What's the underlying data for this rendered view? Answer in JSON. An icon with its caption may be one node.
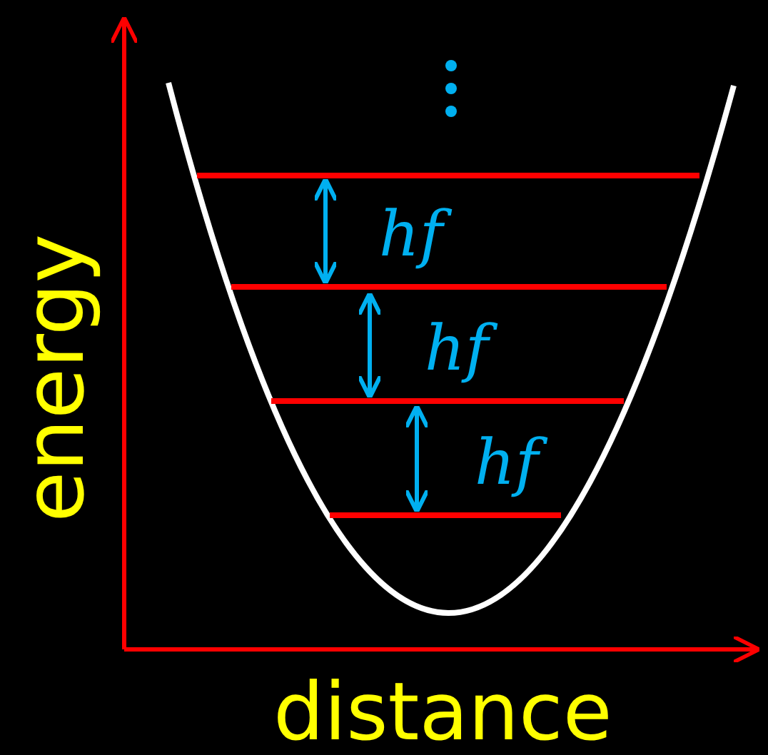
{
  "diagram": {
    "labels": [
      "energy",
      "hf",
      "hf",
      "hf",
      "distance"
    ]
  }
}
